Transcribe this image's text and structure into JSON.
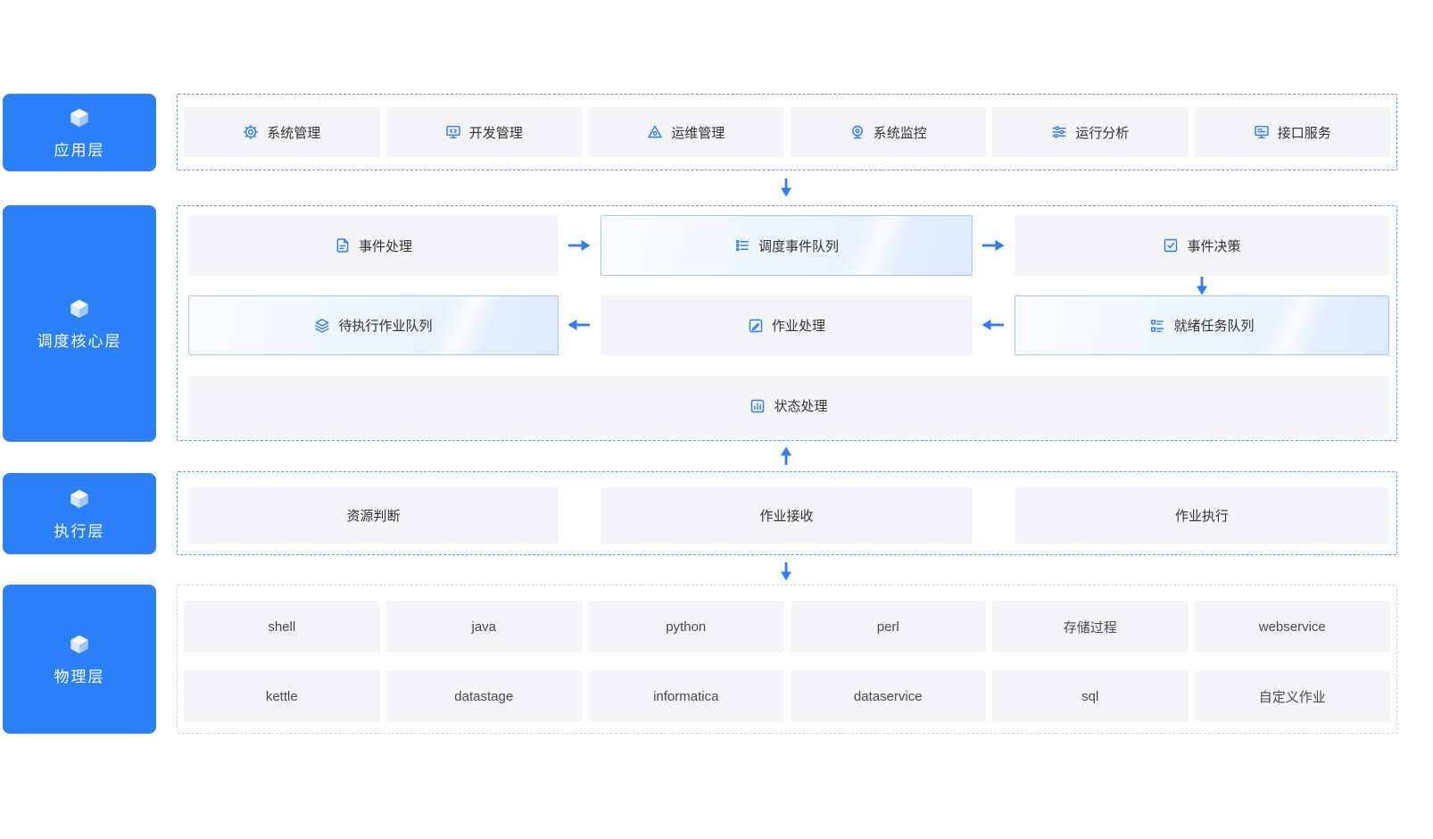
{
  "colors": {
    "accent": "#2b7ff9",
    "layer_bg": "#2b7ff9",
    "item_bg": "#f4f5f8",
    "highlight_border": "#a9cafa",
    "dashed_blue": "#5b9cf8",
    "dashed_gray": "#d4d8de",
    "text_dark": "#333333"
  },
  "layers": {
    "app": {
      "label": "应用层",
      "icon": "cube-icon"
    },
    "core": {
      "label": "调度核心层",
      "icon": "cube-icon"
    },
    "exec": {
      "label": "执行层",
      "icon": "cube-icon"
    },
    "physical": {
      "label": "物理层",
      "icon": "cube-icon"
    }
  },
  "app_row": {
    "items": [
      {
        "label": "系统管理",
        "icon": "gear-icon"
      },
      {
        "label": "开发管理",
        "icon": "dev-code-monitor-icon"
      },
      {
        "label": "运维管理",
        "icon": "ops-triangle-icon"
      },
      {
        "label": "系统监控",
        "icon": "monitor-camera-icon"
      },
      {
        "label": "运行分析",
        "icon": "analysis-sliders-icon"
      },
      {
        "label": "接口服务",
        "icon": "interface-monitor-icon"
      }
    ]
  },
  "core_grid": {
    "row1": [
      {
        "label": "事件处理",
        "icon": "event-file-icon",
        "highlighted": false
      },
      {
        "label": "调度事件队列",
        "icon": "queue-list-icon",
        "highlighted": true
      },
      {
        "label": "事件决策",
        "icon": "decision-check-icon",
        "highlighted": false
      }
    ],
    "row2": [
      {
        "label": "待执行作业队列",
        "icon": "pending-stack-icon",
        "highlighted": true
      },
      {
        "label": "作业处理",
        "icon": "job-edit-icon",
        "highlighted": false
      },
      {
        "label": "就绪任务队列",
        "icon": "ready-list-icon",
        "highlighted": true
      }
    ],
    "row3": [
      {
        "label": "状态处理",
        "icon": "status-chart-icon",
        "highlighted": false
      }
    ]
  },
  "exec_row": {
    "items": [
      {
        "label": "资源判断"
      },
      {
        "label": "作业接收"
      },
      {
        "label": "作业执行"
      }
    ]
  },
  "physical_grid": {
    "row1": [
      "shell",
      "java",
      "python",
      "perl",
      "存储过程",
      "webservice"
    ],
    "row2": [
      "kettle",
      "datastage",
      "informatica",
      "dataservice",
      "sql",
      "自定义作业"
    ]
  },
  "icon_glyphs": {
    "cube-icon": "◈",
    "gear-icon": "⚙",
    "dev-code-monitor-icon": "</>",
    "ops-triangle-icon": "△",
    "monitor-camera-icon": "◎",
    "analysis-sliders-icon": "☰",
    "interface-monitor-icon": "▣",
    "event-file-icon": "🗎",
    "queue-list-icon": "≣",
    "decision-check-icon": "☑",
    "pending-stack-icon": "≋",
    "job-edit-icon": "✎",
    "ready-list-icon": "☷",
    "status-chart-icon": "▥"
  }
}
